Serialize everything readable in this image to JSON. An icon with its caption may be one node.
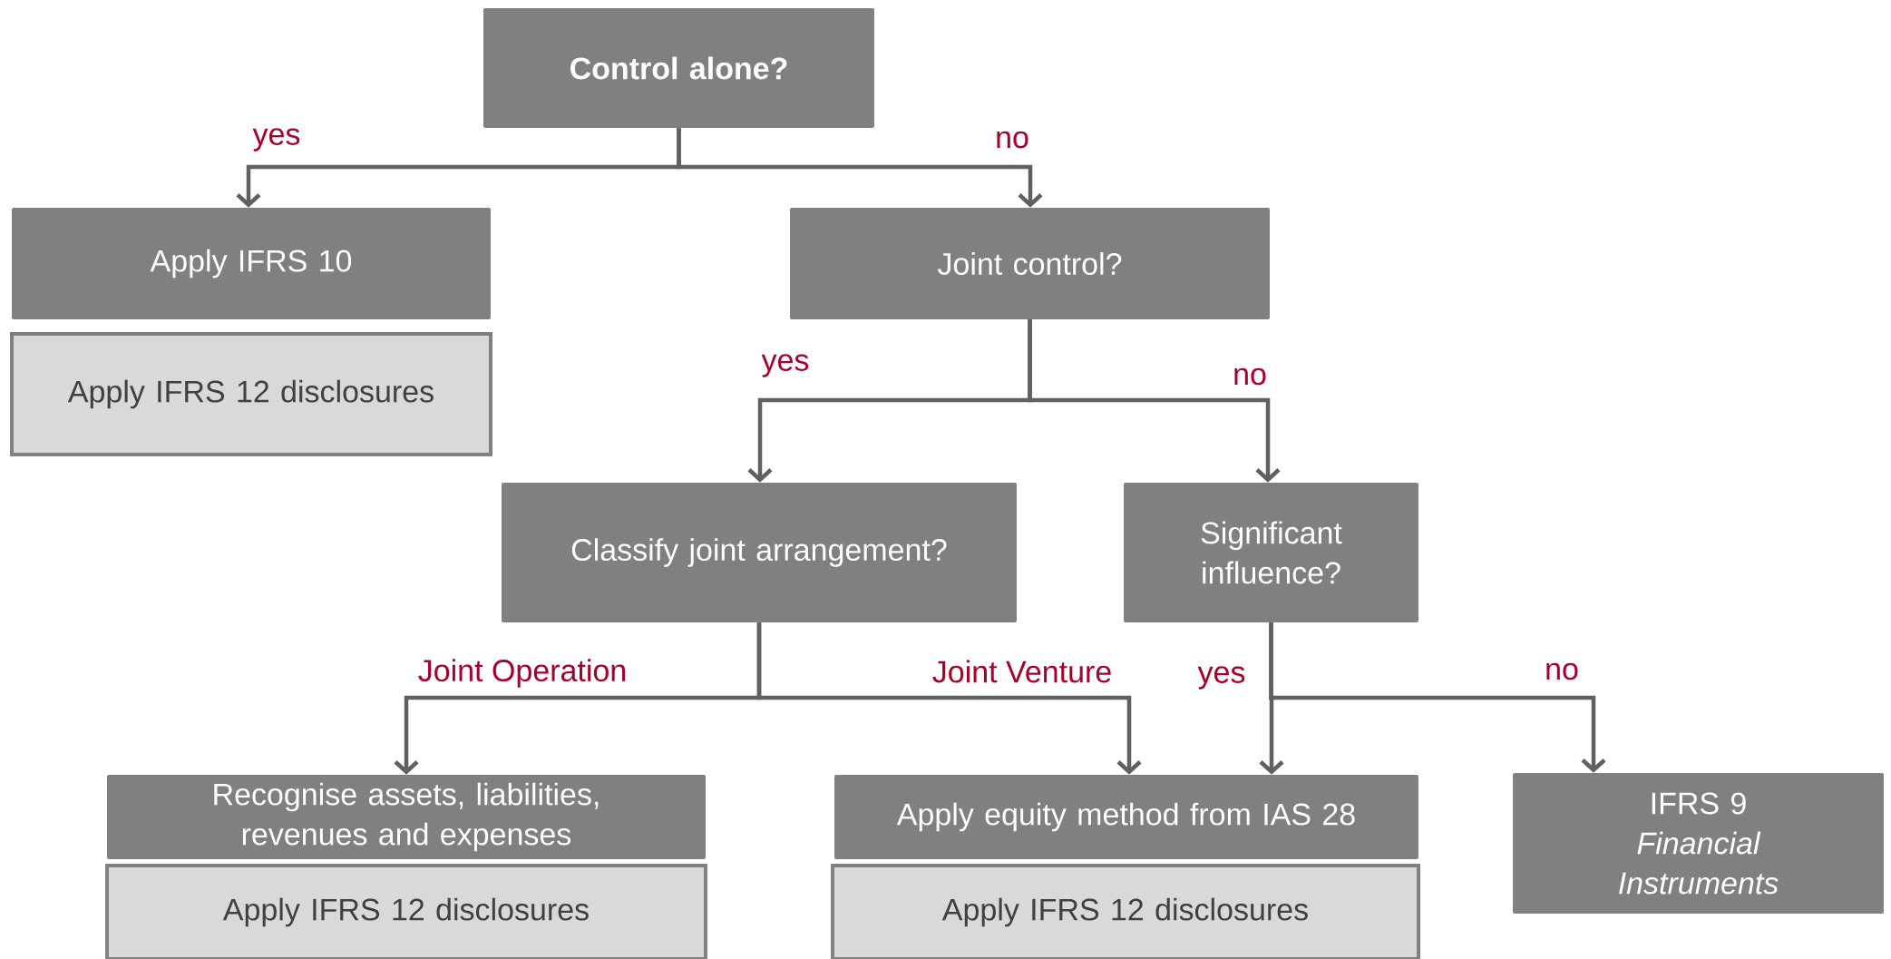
{
  "diagram": {
    "nodes": [
      {
        "text": [
          "Control alone?"
        ]
      },
      {
        "text": [
          "Apply IFRS 10"
        ]
      },
      {
        "text": [
          "Apply IFRS 12 disclosures"
        ]
      },
      {
        "text": [
          "Joint control?"
        ]
      },
      {
        "text": [
          "Classify joint arrangement?"
        ]
      },
      {
        "text": [
          "Significant influence?"
        ]
      },
      {
        "text": [
          "Recognise assets, liabilities, revenues and expenses"
        ]
      },
      {
        "text": [
          "Apply IFRS 12 disclosures"
        ]
      },
      {
        "text": [
          "Apply equity method from IAS 28"
        ]
      },
      {
        "text": [
          "Apply IFRS 12 disclosures"
        ]
      },
      {
        "text": [
          "IFRS 9",
          "Financial Instruments"
        ]
      }
    ],
    "edges": [
      {
        "from": 0,
        "to": 1,
        "arrow": "to",
        "label": "yes"
      },
      {
        "from": 0,
        "to": 3,
        "arrow": "to",
        "label": "no"
      },
      {
        "from": 3,
        "to": 4,
        "arrow": "to",
        "label": "yes"
      },
      {
        "from": 3,
        "to": 5,
        "arrow": "to",
        "label": "no"
      },
      {
        "from": 4,
        "to": 6,
        "arrow": "to",
        "label": "Joint Operation"
      },
      {
        "from": 4,
        "to": 8,
        "arrow": "to",
        "label": "Joint Venture"
      },
      {
        "from": 5,
        "to": 8,
        "arrow": "to",
        "label": "yes"
      },
      {
        "from": 5,
        "to": 10,
        "arrow": "to",
        "label": "no"
      }
    ]
  }
}
